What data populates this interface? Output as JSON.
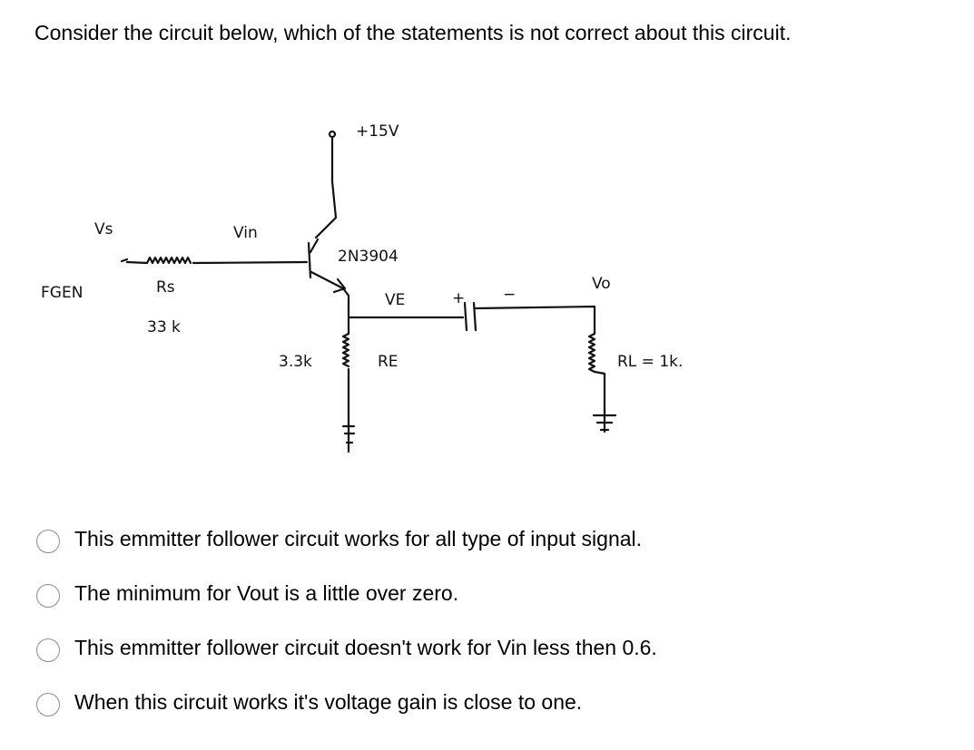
{
  "question": {
    "text": "Consider the circuit below, which of the statements is not correct about this circuit."
  },
  "circuit": {
    "supply_label": "+15V",
    "transistor_label": "2N3904",
    "vs_label": "Vs",
    "vin_label": "Vin",
    "fgen_label": "FGEN",
    "rs_label": "Rs",
    "rs_value": "33 k",
    "ve_label": "VE",
    "re_label": "RE",
    "re_value": "3.3k",
    "cap_plus": "+",
    "cap_minus": "−",
    "vo_label": "Vo",
    "rl_label": "RL = 1k."
  },
  "options": [
    {
      "label": "This emmitter follower circuit works for all type of input signal.",
      "selected": false
    },
    {
      "label": "The minimum for Vout is a little over zero.",
      "selected": false
    },
    {
      "label": "This emmitter follower circuit doesn't work for Vin less then 0.6.",
      "selected": false
    },
    {
      "label": "When this circuit works it's voltage gain is close to one.",
      "selected": false
    }
  ]
}
